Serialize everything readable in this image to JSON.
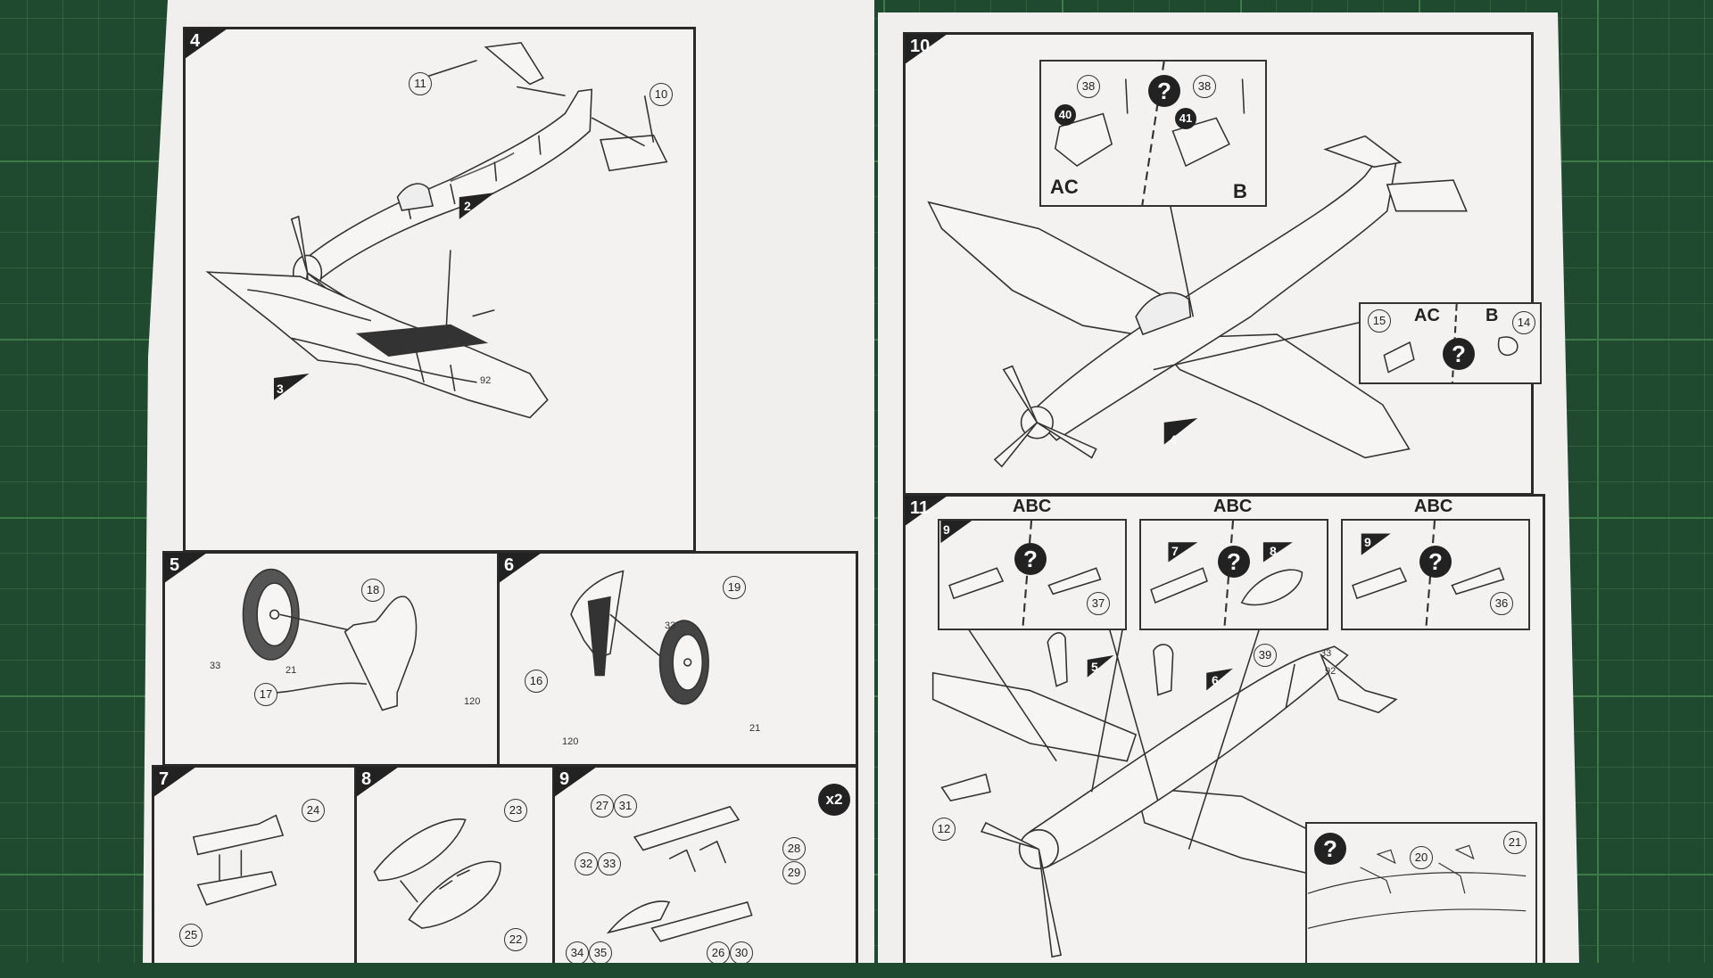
{
  "steps": {
    "s4": {
      "num": "4",
      "labels": {
        "p10": "10",
        "p11": "11",
        "p92": "92",
        "sub2": "2",
        "sub3": "3"
      }
    },
    "s5": {
      "num": "5",
      "labels": {
        "p18": "18",
        "p17": "17",
        "p33": "33",
        "p21": "21",
        "p120": "120"
      }
    },
    "s6": {
      "num": "6",
      "labels": {
        "p19": "19",
        "p16": "16",
        "p33": "33",
        "p21": "21",
        "p120": "120"
      }
    },
    "s7": {
      "num": "7",
      "labels": {
        "p24": "24",
        "p25": "25"
      }
    },
    "s8": {
      "num": "8",
      "labels": {
        "p23": "23",
        "p22": "22"
      }
    },
    "s9": {
      "num": "9",
      "labels": {
        "p27": "27",
        "p31": "31",
        "p32": "32",
        "p33": "33",
        "p28": "28",
        "p29": "29",
        "p34": "34",
        "p35": "35",
        "p26": "26",
        "p30": "30",
        "x2": "x2"
      }
    },
    "s10": {
      "num": "10",
      "labels": {
        "p38a": "38",
        "p40": "40",
        "p38b": "38",
        "p41": "41",
        "ac": "AC",
        "b": "B",
        "p15": "15",
        "p14": "14",
        "ac2": "AC",
        "b2": "B",
        "sub4": "4"
      }
    },
    "s11": {
      "num": "11",
      "labels": {
        "abc1": "ABC",
        "abc2": "ABC",
        "abc3": "ABC",
        "sub9a": "9",
        "sub7": "7",
        "sub8": "8",
        "sub9b": "9",
        "p37": "37",
        "p36": "36",
        "p39": "39",
        "p33": "33",
        "p92": "92",
        "sub5": "5",
        "sub6": "6",
        "p12": "12",
        "p20": "20",
        "p21": "21"
      }
    }
  },
  "question_mark": "?",
  "colors": {
    "mat": "#1f4a2f",
    "paper": "#f1efee",
    "ink": "#2a2a2a"
  }
}
